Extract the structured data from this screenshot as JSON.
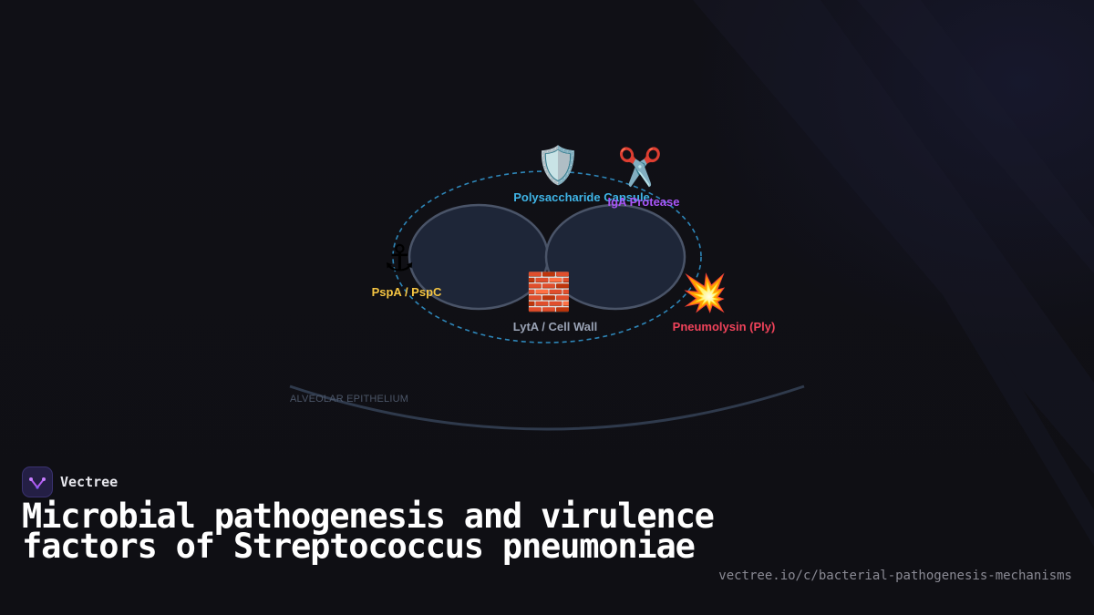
{
  "brand": {
    "name": "Vectree",
    "logo_icon": "vectree-logo-icon"
  },
  "title": "Microbial pathogenesis and virulence factors of Streptococcus pneumoniae",
  "url": "vectree.io/c/bacterial-pathogenesis-mechanisms",
  "diagram": {
    "surface_label": "ALVEOLAR EPITHELIUM",
    "factors": [
      {
        "key": "capsule",
        "label": "Polysaccharide Capsule",
        "icon": "shield-icon",
        "glyph": "🛡️",
        "color": "#3fb4e6"
      },
      {
        "key": "iga",
        "label": "IgA Protease",
        "icon": "scissors-icon",
        "glyph": "✂️",
        "color": "#a855f7"
      },
      {
        "key": "psp",
        "label": "PspA / PspC",
        "icon": "anchor-icon",
        "glyph": "⚓",
        "color": "#f5c542"
      },
      {
        "key": "lyta",
        "label": "LytA / Cell Wall",
        "icon": "brick-wall-icon",
        "glyph": "🧱",
        "color": "#9aa3b5"
      },
      {
        "key": "ply",
        "label": "Pneumolysin (Ply)",
        "icon": "collision-icon",
        "glyph": "💥",
        "color": "#f0435a"
      }
    ],
    "colors": {
      "cell_fill": "#1e2638",
      "cell_stroke": "#4a5468",
      "capsule_stroke": "#2e86b8",
      "epithelium_stroke": "#2f3a4c",
      "epithelium_label": "#4c5668"
    }
  }
}
